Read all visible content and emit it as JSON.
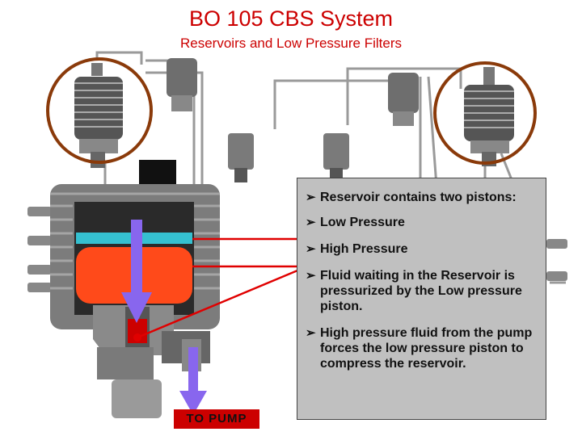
{
  "title": "BO 105 CBS System",
  "subtitle": "Reservoirs and Low Pressure Filters",
  "callout": {
    "bullets": [
      "Reservoir contains two pistons:",
      "Low Pressure",
      "High Pressure",
      "Fluid waiting in the Reservoir is pressurized by the Low pressure piston.",
      "High pressure fluid from the pump forces the low pressure piston to compress the reservoir."
    ],
    "bullet_icon": "arrow-bullet-icon"
  },
  "pump_label": "TO PUMP",
  "colors": {
    "title": "#cc0000",
    "circle": "#8a3a0a",
    "fluid": "#ff4a1a",
    "piston": "#35c0d0",
    "arrow": "#8866ee",
    "callout_bg": "#c0c0c0",
    "pointer_line": "#e00000"
  }
}
